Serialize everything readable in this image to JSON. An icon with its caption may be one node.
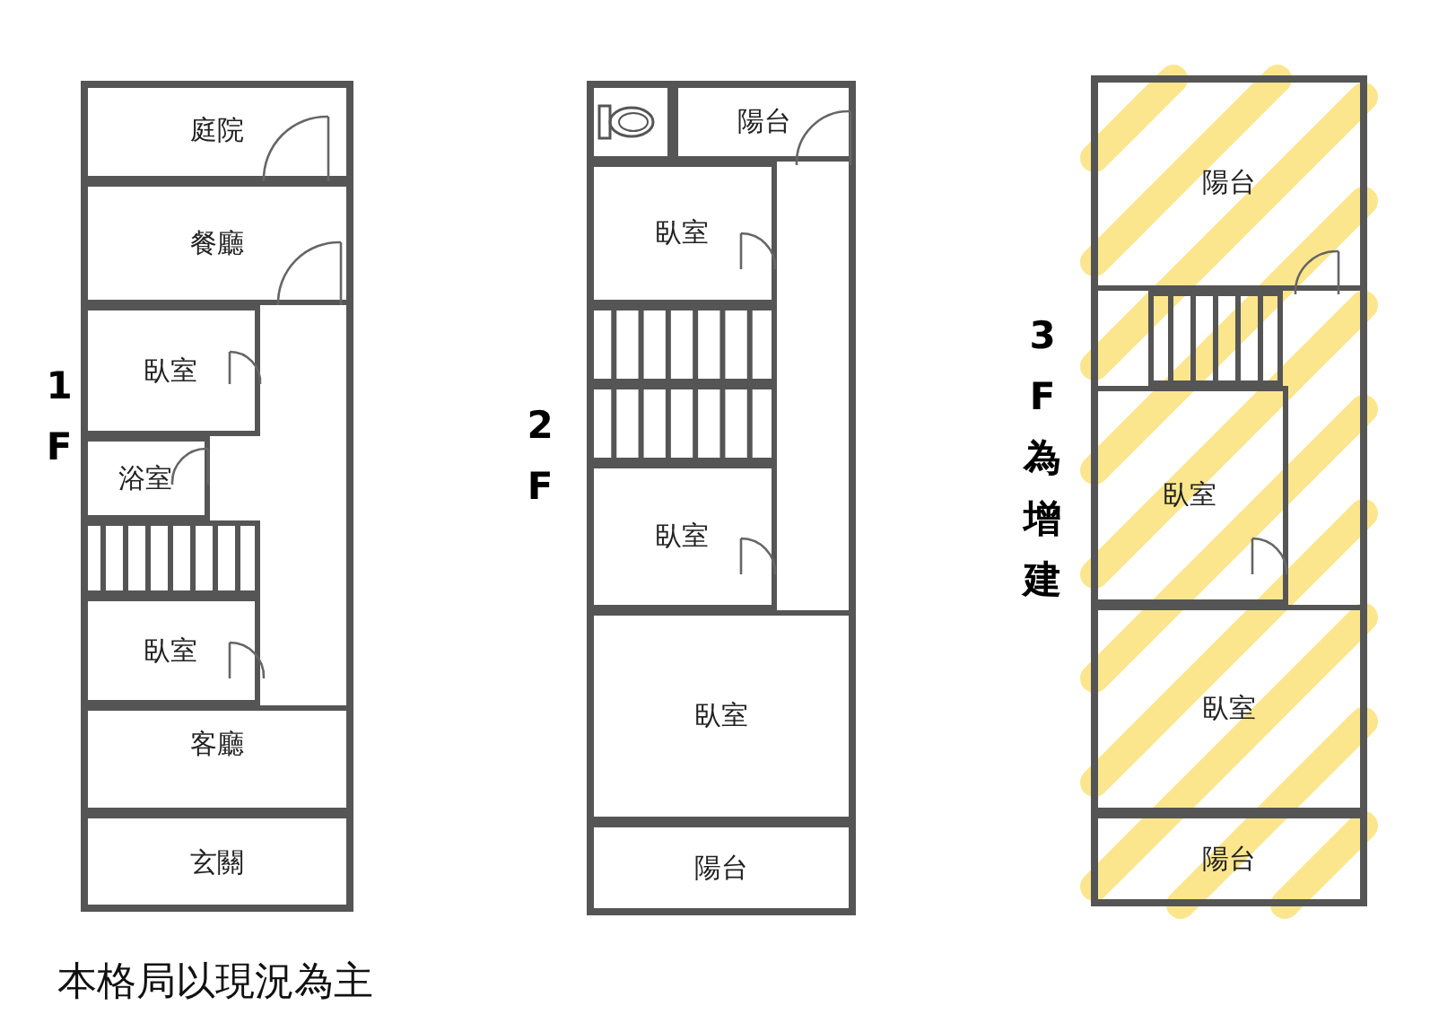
{
  "diagram": {
    "caption": "本格局以現況為主",
    "nodes": [
      {
        "text": [
          "庭院"
        ]
      },
      {
        "text": [
          "餐廳"
        ]
      },
      {
        "text": [
          "臥室"
        ]
      },
      {
        "text": [
          "浴室"
        ]
      },
      {
        "text": [
          "臥室"
        ]
      },
      {
        "text": [
          "客廳"
        ]
      },
      {
        "text": [
          "玄關"
        ]
      },
      {
        "text": [
          "陽台"
        ]
      },
      {
        "text": [
          "臥室"
        ]
      },
      {
        "text": [
          "臥室"
        ]
      },
      {
        "text": [
          "臥室"
        ]
      },
      {
        "text": [
          "陽台"
        ]
      },
      {
        "text": [
          "陽台"
        ]
      },
      {
        "text": [
          "臥室"
        ]
      },
      {
        "text": [
          "臥室"
        ]
      },
      {
        "text": [
          "陽台"
        ]
      }
    ],
    "labels": [
      "1F",
      "2F",
      "3F為增建"
    ]
  }
}
